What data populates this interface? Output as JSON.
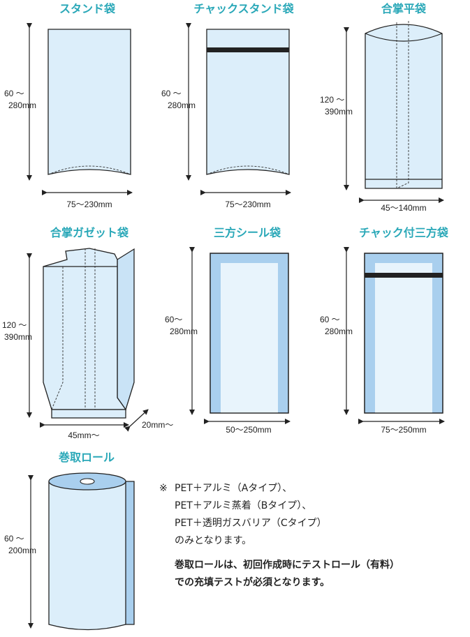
{
  "bags": [
    {
      "title": "スタンド袋",
      "height": [
        "60 ～",
        "280mm"
      ],
      "width": "75～230mm"
    },
    {
      "title": "チャックスタンド袋",
      "height": [
        "60 ～",
        "280mm"
      ],
      "width": "75～230mm"
    },
    {
      "title": "合掌平袋",
      "height": [
        "120 ～",
        "390mm"
      ],
      "width": "45～140mm"
    },
    {
      "title": "合掌ガゼット袋",
      "height": [
        "120 ～",
        "390mm"
      ],
      "width": "45mm～",
      "depth": "20mm～"
    },
    {
      "title": "三方シール袋",
      "height": [
        "60～",
        "280mm"
      ],
      "width": "50～250mm"
    },
    {
      "title": "チャック付三方袋",
      "height": [
        "60 ～",
        "280mm"
      ],
      "width": "75～250mm"
    },
    {
      "title": "巻取ロール",
      "height": [
        "60 ～",
        "200mm"
      ]
    }
  ],
  "notes": {
    "mark": "※",
    "lines": [
      "PET＋アルミ（Aタイプ）、",
      "PET＋アルミ蒸着（Bタイプ）、",
      "PET＋透明ガスバリア（Cタイプ）",
      "のみとなります。"
    ],
    "bold_lines": [
      "巻取ロールは、初回作成時にテストロール（有料）",
      "での充填テストが必須となります。"
    ]
  },
  "colors": {
    "title": "#2aa8b8",
    "film": "#dceefa",
    "seal": "#a9cfee",
    "zipper": "#222222"
  }
}
